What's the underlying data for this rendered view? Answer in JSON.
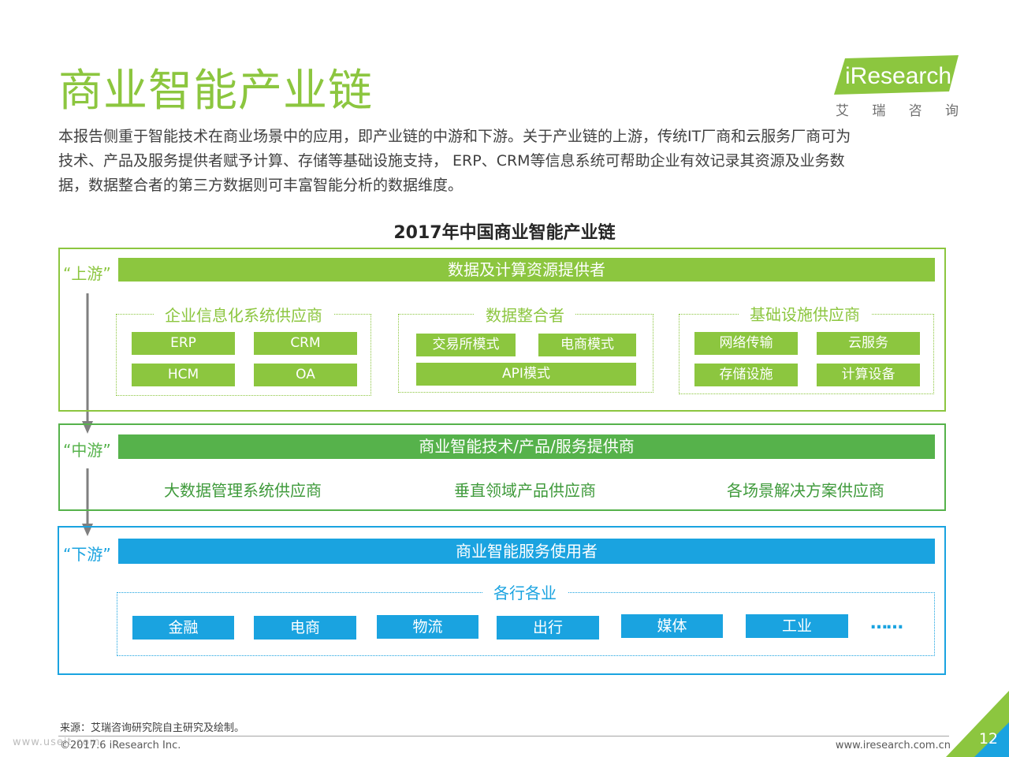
{
  "header": {
    "title": "商业智能产业链",
    "logo_text": "iResearch",
    "logo_sub": [
      "艾",
      "瑞",
      "咨",
      "询"
    ]
  },
  "intro": {
    "lines": [
      "本报告侧重于智能技术在商业场景中的应用，即产业链的中游和下游。关于产业链的上游，传统IT厂商和云服务厂商可为",
      "技术、产品及服务提供者赋予计算、存储等基础设施支持， ERP、CRM等信息系统可帮助企业有效记录其资源及业务数",
      "据，数据整合者的第三方数据则可丰富智能分析的数据维度。"
    ]
  },
  "diagram": {
    "title": "2017年中国商业智能产业链",
    "upstream": {
      "label": "“上游”",
      "bar": "数据及计算资源提供者",
      "groups": [
        {
          "title": "企业信息化系统供应商",
          "items": [
            "ERP",
            "CRM",
            "HCM",
            "OA"
          ]
        },
        {
          "title": "数据整合者",
          "items": [
            "交易所模式",
            "电商模式",
            "API模式"
          ]
        },
        {
          "title": "基础设施供应商",
          "items": [
            "网络传输",
            "云服务",
            "存储设施",
            "计算设备"
          ]
        }
      ]
    },
    "midstream": {
      "label": "“中游”",
      "bar": "商业智能技术/产品/服务提供商",
      "items": [
        "大数据管理系统供应商",
        "垂直领域产品供应商",
        "各场景解决方案供应商"
      ]
    },
    "downstream": {
      "label": "“下游”",
      "bar": "商业智能服务使用者",
      "group_title": "各行各业",
      "items": [
        "金融",
        "电商",
        "物流",
        "出行",
        "媒体",
        "工业"
      ],
      "more": "……"
    }
  },
  "footer": {
    "source": "来源：艾瑞咨询研究院自主研究及绘制。",
    "copyright": "©2017.6 iResearch Inc.",
    "url": "www.iresearch.com.cn",
    "watermark": "www.useit.com",
    "page": "12"
  },
  "colors": {
    "light_green": "#8cc63f",
    "dark_green": "#56b24b",
    "blue": "#1aa3e0",
    "text": "#404040"
  }
}
